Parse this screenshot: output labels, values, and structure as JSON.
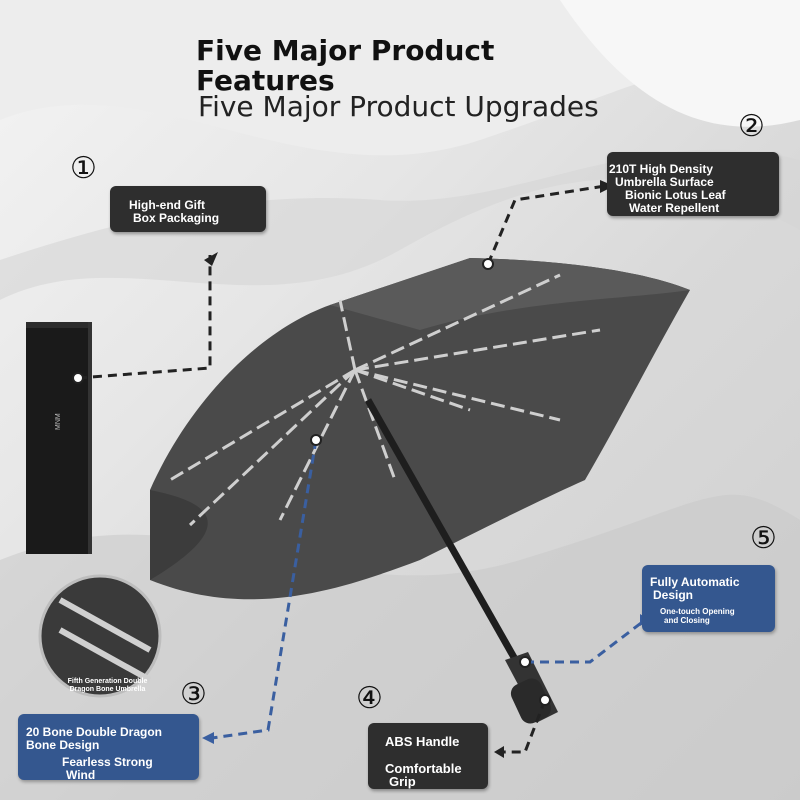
{
  "title": "Five Major Product Features",
  "subtitle": "Five Major Product Upgrades",
  "features": [
    {
      "number": "①",
      "lines": [
        "High-end Gift",
        "Box Packaging"
      ],
      "sub_lines": []
    },
    {
      "number": "②",
      "lines": [
        "210T High Density",
        "Umbrella Surface"
      ],
      "sub_lines": [
        "Bionic Lotus Leaf",
        "Water Repellent"
      ]
    },
    {
      "number": "③",
      "lines": [
        "20 Bone Double Dragon",
        "Bone Design"
      ],
      "sub_lines": [
        "Fearless Strong",
        "Wind"
      ]
    },
    {
      "number": "④",
      "lines": [
        "ABS Handle"
      ],
      "sub_lines": [
        "Comfortable",
        "Grip"
      ]
    },
    {
      "number": "⑤",
      "lines": [
        "Fully Automatic",
        "Design"
      ],
      "sub_lines": [
        "One-touch Opening",
        "and Closing"
      ]
    }
  ],
  "magnifier_caption": [
    "Fifth Generation Double",
    "Dragon Bone Umbrella"
  ],
  "colors": {
    "dark_label": "#2e2e2e",
    "blue_label": "#34578f",
    "umbrella_canopy": "#4a4a4a",
    "dashed_line_dark": "#222222",
    "dashed_line_blue": "#3a5fa0"
  }
}
